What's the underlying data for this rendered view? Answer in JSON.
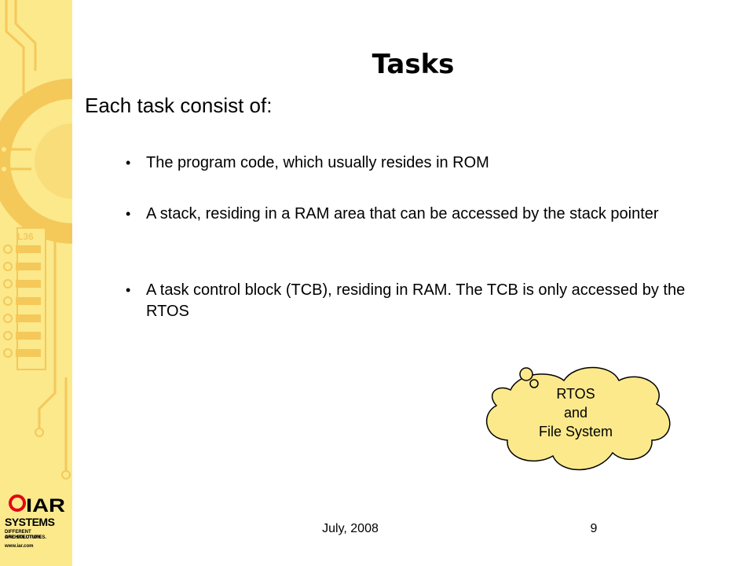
{
  "slide": {
    "title": "Tasks",
    "intro": "Each task consist of:",
    "bullets": [
      "The program code, which usually resides in ROM",
      "A stack, residing in a RAM area that can be accessed by the stack pointer",
      "A task control block (TCB), residing in RAM. The TCB is only accessed by the RTOS"
    ],
    "bullet_marker": "•"
  },
  "callout": {
    "line1": "RTOS",
    "line2": "and",
    "line3": "File System",
    "fill_color": "#fbe98c",
    "stroke_color": "#000000"
  },
  "footer": {
    "date": "July, 2008",
    "page_number": "9"
  },
  "sidebar": {
    "chip_label": "L36",
    "background_color": "#fbe98c",
    "accent_color": "#f5c85a",
    "logo": {
      "mark": "IAR",
      "name": "SYSTEMS",
      "tagline1": "DIFFERENT ARCHITECTURES.",
      "tagline2": "ONE SOLUTION.",
      "url": "www.iar.com",
      "brand_color": "#e30613"
    }
  }
}
